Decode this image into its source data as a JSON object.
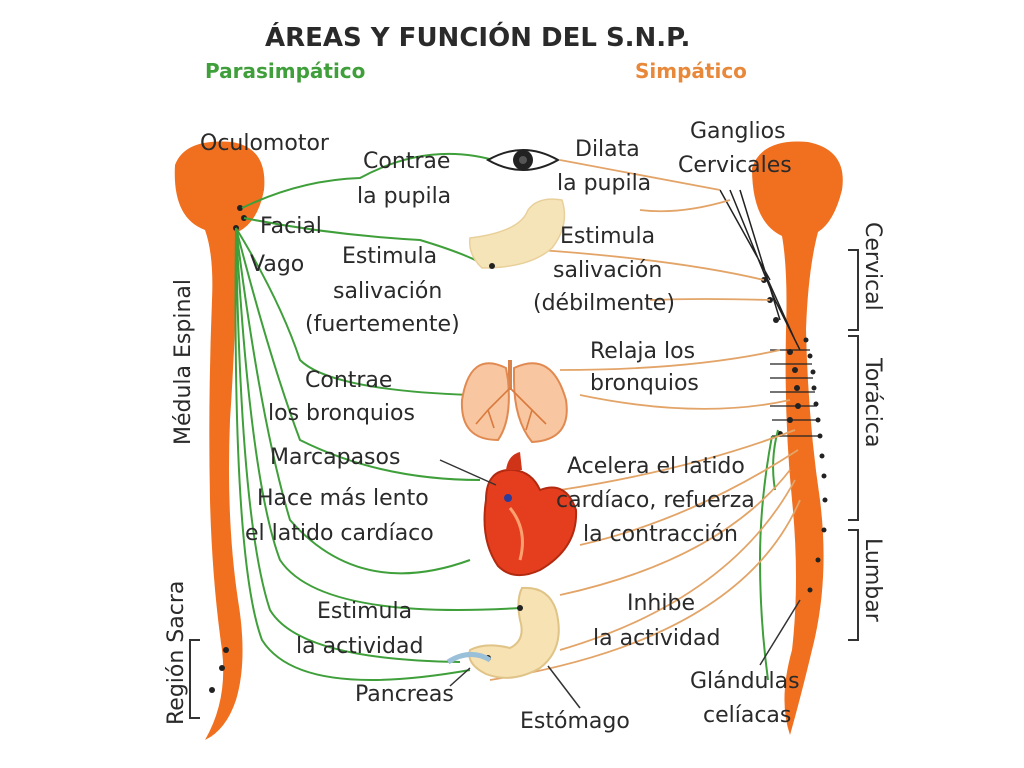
{
  "title": "ÁREAS Y FUNCIÓN DEL S.N.P.",
  "parasympathetic_label": "Parasimpático",
  "sympathetic_label": "Simpático",
  "colors": {
    "parasympathetic": "#3f9f3a",
    "sympathetic": "#e8883a",
    "spine": "#f07020",
    "text": "#2a2a2a"
  },
  "left": {
    "spinal_label": "Médula Espinal",
    "sacral_label": "Región Sacra",
    "oculomotor": "Oculomotor",
    "facial": "Facial",
    "vagus": "Vago"
  },
  "right": {
    "ganglia_line1": "Ganglios",
    "ganglia_line2": "Cervicales",
    "cervical": "Cervical",
    "thoracic": "Torácica",
    "lumbar": "Lumbar",
    "celiac_line1": "Glándulas",
    "celiac_line2": "celíacas"
  },
  "functions": {
    "eye_para_line1": "Contrae",
    "eye_para_line2": "la pupila",
    "eye_symp_line1": "Dilata",
    "eye_symp_line2": "la pupila",
    "saliva_para_line1": "Estimula",
    "saliva_para_line2": "salivación",
    "saliva_para_line3": "(fuertemente)",
    "saliva_symp_line1": "Estimula",
    "saliva_symp_line2": "salivación",
    "saliva_symp_line3": "(débilmente)",
    "lung_para_line1": "Contrae",
    "lung_para_line2": "los bronquios",
    "lung_symp_line1": "Relaja los",
    "lung_symp_line2": "bronquios",
    "pacemaker": "Marcapasos",
    "heart_para_line1": "Hace más lento",
    "heart_para_line2": "el latido cardíaco",
    "heart_symp_line1": "Acelera el latido",
    "heart_symp_line2": "cardíaco, refuerza",
    "heart_symp_line3": "la contracción",
    "stomach_para_line1": "Estimula",
    "stomach_para_line2": "la actividad",
    "stomach_symp_line1": "Inhibe",
    "stomach_symp_line2": "la actividad",
    "pancreas": "Pancreas",
    "stomach": "Estómago"
  }
}
